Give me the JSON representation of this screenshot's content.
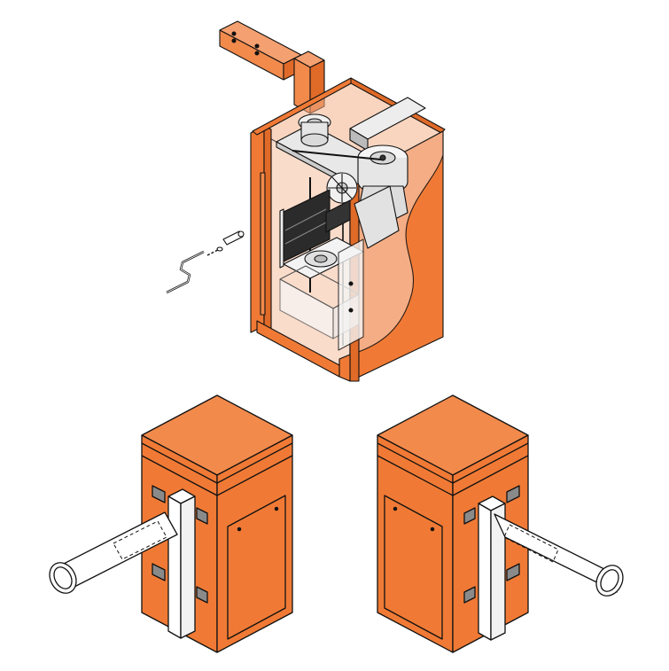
{
  "colors": {
    "housing_orange": "#F07A35",
    "housing_top": "#F28A4C",
    "housing_shade": "#E06A28",
    "transparent_housing": "#F5B38E",
    "outline": "#111111",
    "mechanism_fill": "#EDEDED",
    "beam_fill": "#FFFFFF",
    "slot_grey": "#8A8A8A"
  },
  "figures": [
    {
      "name": "cutaway-barrier-cabinet",
      "icons": [
        "crank-handle-icon",
        "release-key-icon",
        "motor-icon",
        "pulley-icon",
        "gearbox-icon",
        "mounting-bracket-icon"
      ]
    },
    {
      "name": "barrier-cabinet-left-arm",
      "icons": [
        "boom-arm-icon"
      ]
    },
    {
      "name": "barrier-cabinet-right-arm",
      "icons": [
        "boom-arm-icon"
      ]
    }
  ]
}
